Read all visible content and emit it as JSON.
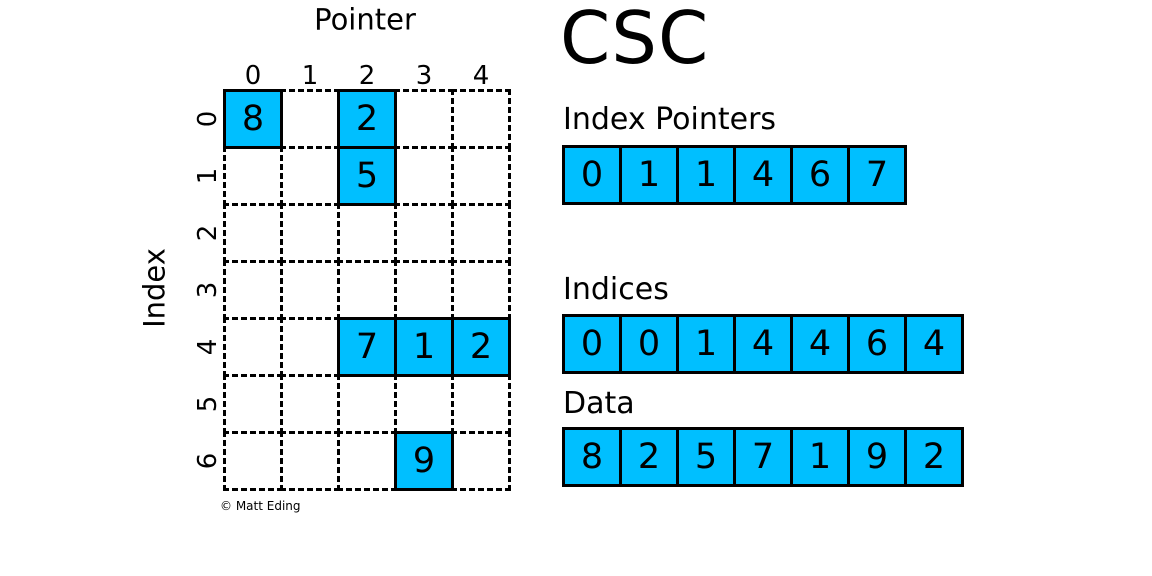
{
  "title": "CSC",
  "credit": "© Matt Eding",
  "colors": {
    "cell_fill": "#00BFFF",
    "border": "#000000",
    "background": "#FFFFFF"
  },
  "matrix": {
    "x_axis_title": "Pointer",
    "y_axis_title": "Index",
    "col_labels": [
      "0",
      "1",
      "2",
      "3",
      "4"
    ],
    "row_labels": [
      "0",
      "1",
      "2",
      "3",
      "4",
      "5",
      "6"
    ],
    "rows": 7,
    "cols": 5,
    "filled_cells": [
      {
        "row": 0,
        "col": 0,
        "value": "8"
      },
      {
        "row": 0,
        "col": 2,
        "value": "2"
      },
      {
        "row": 1,
        "col": 2,
        "value": "5"
      },
      {
        "row": 4,
        "col": 2,
        "value": "7"
      },
      {
        "row": 4,
        "col": 3,
        "value": "1"
      },
      {
        "row": 4,
        "col": 4,
        "value": "2"
      },
      {
        "row": 6,
        "col": 3,
        "value": "9"
      }
    ]
  },
  "arrays": [
    {
      "label": "Index Pointers",
      "values": [
        "0",
        "1",
        "1",
        "4",
        "6",
        "7"
      ]
    },
    {
      "label": "Indices",
      "values": [
        "0",
        "0",
        "1",
        "4",
        "4",
        "6",
        "4"
      ]
    },
    {
      "label": "Data",
      "values": [
        "8",
        "2",
        "5",
        "7",
        "1",
        "9",
        "2"
      ]
    }
  ]
}
